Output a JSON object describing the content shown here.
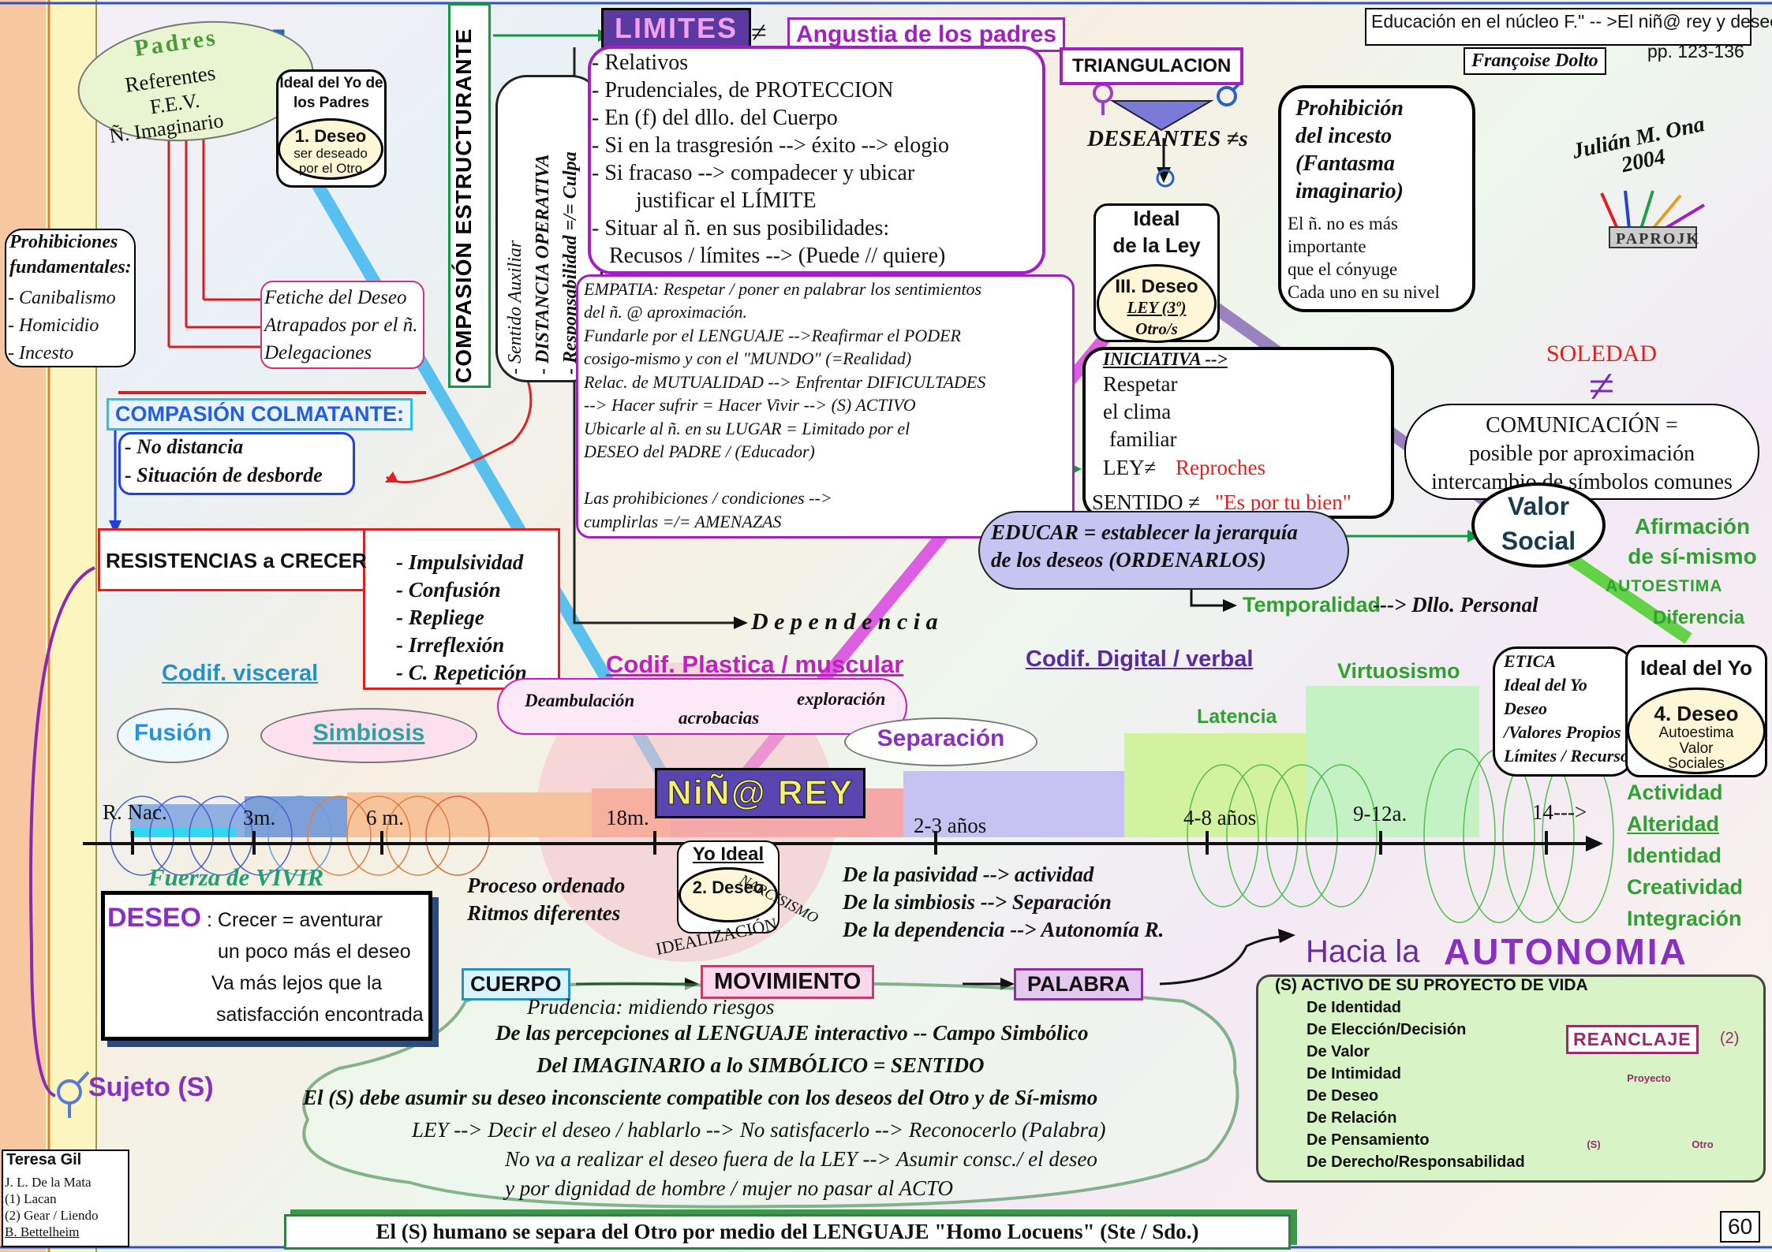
{
  "header": {
    "source": "Educación en el núcleo F.\" -- >El niñ@ rey y deseo",
    "author": "Françoise Dolto",
    "pages": "pp. 123-136",
    "signature": "Julián M. Ona 2004",
    "logo_text": "PAPROJK"
  },
  "padres": {
    "title": "Padres",
    "lines": [
      "Referentes",
      "F.E.V.",
      "Ñ. Imaginario"
    ]
  },
  "ideal_padres": {
    "title": [
      "Ideal del Yo de",
      "los Padres"
    ],
    "deseo": "1. Deseo",
    "sub": [
      "ser deseado",
      "por el Otro"
    ]
  },
  "prohibiciones": {
    "title": [
      "Prohibiciones",
      "fundamentales:"
    ],
    "items": [
      "- Canibalismo",
      "- Homicidio",
      "- Incesto"
    ]
  },
  "fetiche": [
    "Fetiche del Deseo",
    "Atrapados por el ñ.",
    "Delegaciones"
  ],
  "compasion_estructurante": "COMPASIÓN ESTRUCTURANTE",
  "compasion_lines": [
    "- Sentido Auxiliar",
    "- DISTANCIA OPERATIVA",
    "- Responsabilidad =/= Culpa"
  ],
  "limites": {
    "title": "LIMITES",
    "neq": "≠",
    "angustia": "Angustia de los padres",
    "items": [
      "- Relativos",
      "- Prudenciales, de PROTECCION",
      "- En (f) del dllo. del Cuerpo",
      "- Si en la trasgresión --> éxito --> elogio",
      "- Si fracaso --> compadecer y ubicar",
      "justificar el LÍMITE",
      "- Situar al ñ. en sus posibilidades:",
      "Recusos / límites --> (Puede // quiere)"
    ]
  },
  "empatia": {
    "lines": [
      "EMPATIA: Respetar / poner en palabrar los sentimientos",
      "del ñ. @ aproximación.",
      "Fundarle por el LENGUAJE -->Reafirmar el PODER",
      "cosigo-mismo y con el \"MUNDO\" (=Realidad)",
      "Relac. de MUTUALIDAD --> Enfrentar DIFICULTADES",
      "--> Hacer sufrir = Hacer Vivir --> (S) ACTIVO",
      "Ubicarle al ñ. en su LUGAR = Limitado por el",
      "DESEO del PADRE / (Educador)",
      "",
      "Las prohibiciones / condiciones -->",
      "cumplirlas =/= AMENAZAS"
    ]
  },
  "triangulacion": {
    "title": "TRIANGULACION",
    "deseantes": "DESEANTES ≠s"
  },
  "prohibicion_incesto": {
    "title": [
      "Prohibición",
      "del incesto",
      "(Fantasma",
      "imaginario)"
    ],
    "lines": [
      "El ñ. no es más",
      "importante",
      "que el cónyuge",
      "Cada uno en su nivel"
    ]
  },
  "ideal_ley": {
    "title": [
      "Ideal",
      "de la Ley"
    ],
    "deseo": "III. Deseo",
    "ley": "LEY (3º)",
    "otro": "Otro/s"
  },
  "iniciativa": {
    "title": "INICIATIVA -->",
    "lines": [
      "Respetar",
      "el clima",
      "familiar"
    ],
    "ley": "LEY≠",
    "reproches": "Reproches",
    "sentido": "SENTIDO ≠",
    "por_tu_bien": "\"Es por tu bien\""
  },
  "soledad": "SOLEDAD",
  "comunicacion": [
    "COMUNICACIÓN =",
    "posible por aproximación",
    "intercambio de símbolos comunes"
  ],
  "valor_social": [
    "Valor",
    "Social"
  ],
  "afirmacion": [
    "Afirmación",
    "de sí-mismo"
  ],
  "autoestima": "AUTOESTIMA",
  "diferencia": "Diferencia",
  "educar": [
    "EDUCAR = establecer la jerarquía",
    "de los deseos (ORDENARLOS)"
  ],
  "temporalidad": "Temporalidad",
  "dllo_personal": "---> Dllo. Personal",
  "compasion_colmatante": {
    "title": "COMPASIÓN COLMATANTE:",
    "items": [
      "- No distancia",
      "- Situación de desborde"
    ]
  },
  "resistencias": {
    "title": "RESISTENCIAS a CRECER",
    "items": [
      "- Impulsividad",
      "- Confusión",
      "- Repliege",
      "- Irreflexión",
      "- C. Repetición"
    ]
  },
  "dependencia": "D e p e n d e n c i a",
  "codif": [
    "Codif. visceral",
    "Codif. Plastica / muscular",
    "Codif. Digital / verbal"
  ],
  "plastica_items": [
    "Deambulación",
    "acrobacias",
    "exploración"
  ],
  "stages": [
    "Fusión",
    "Simbiosis",
    "Separación",
    "Latencia",
    "Virtuosismo"
  ],
  "etica": {
    "lines": [
      "ETICA",
      "Ideal del Yo",
      "Deseo",
      "/Valores Propios",
      "Límites / Recursos"
    ]
  },
  "ideal_yo": {
    "title": "Ideal del Yo",
    "deseo": "4. Deseo",
    "sub": [
      "Autoestima",
      "Valor",
      "Sociales"
    ]
  },
  "timeline": [
    "R. Nac.",
    "3m.",
    "6 m.",
    "18m.",
    "2-3 años",
    "4-8 años",
    "9-12a.",
    "14--->"
  ],
  "nino_rey": "NiÑ@ REY",
  "yo_ideal": {
    "title": "Yo Ideal",
    "deseo": "2. Deseo",
    "narcisismo": "NARCISISMO",
    "idealizacion": "IDEALIZACIÓN"
  },
  "right_list": [
    "Actividad",
    "Alteridad",
    "Identidad",
    "Creatividad",
    "Integración"
  ],
  "fuerza_vivir": "Fuerza de VIVIR",
  "deseo_box": {
    "deseo": "DESEO",
    "lines": [
      ": Crecer = aventurar",
      "un poco más el deseo",
      "Va más lejos que la",
      "satisfacción encontrada"
    ]
  },
  "proceso": [
    "Proceso ordenado",
    "Ritmos diferentes"
  ],
  "de_la": [
    "De la pasividad --> actividad",
    "De la simbiosis --> Separación",
    "De la dependencia --> Autonomía R."
  ],
  "hacia": {
    "prefix": "Hacia la",
    "word": "AUTONOMIA"
  },
  "flow": [
    "CUERPO",
    "MOVIMIENTO",
    "PALABRA"
  ],
  "prudencia": "Prudencia: midiendo riesgos",
  "lenguaje_lines": [
    "De las percepciones al LENGUAJE interactivo -- Campo Simbólico",
    "Del IMAGINARIO a lo SIMBÓLICO = SENTIDO",
    "El (S) debe asumir su deseo inconsciente compatible con los deseos del Otro y de Sí-mismo",
    "LEY --> Decir el deseo / hablarlo --> No satisfacerlo --> Reconocerlo (Palabra)",
    "No va a realizar el deseo fuera de la LEY --> Asumir consc./ el deseo",
    "y por dignidad de hombre / mujer no pasar al ACTO"
  ],
  "sujeto": "Sujeto (S)",
  "activo": {
    "title": "(S) ACTIVO DE SU PROYECTO DE VIDA",
    "items": [
      "De Identidad",
      "De Elección/Decisión",
      "De Valor",
      "De Intimidad",
      "De Deseo",
      "De Relación",
      "De Pensamiento",
      "De Derecho/Responsabilidad"
    ],
    "reanclaje": "REANCLAJE",
    "reanclaje_ref": "(2)",
    "triangle": [
      "Proyecto",
      "(S)",
      "Otro"
    ]
  },
  "bottom_banner": "El (S) humano se separa del Otro por medio del LENGUAJE  \"Homo Locuens\" (Ste / Sdo.)",
  "credits": {
    "name": "Teresa Gil",
    "lines": [
      "J. L. De la Mata",
      "(1) Lacan",
      "(2) Gear / Liendo",
      "B. Bettelheim"
    ]
  },
  "page_number": "60"
}
